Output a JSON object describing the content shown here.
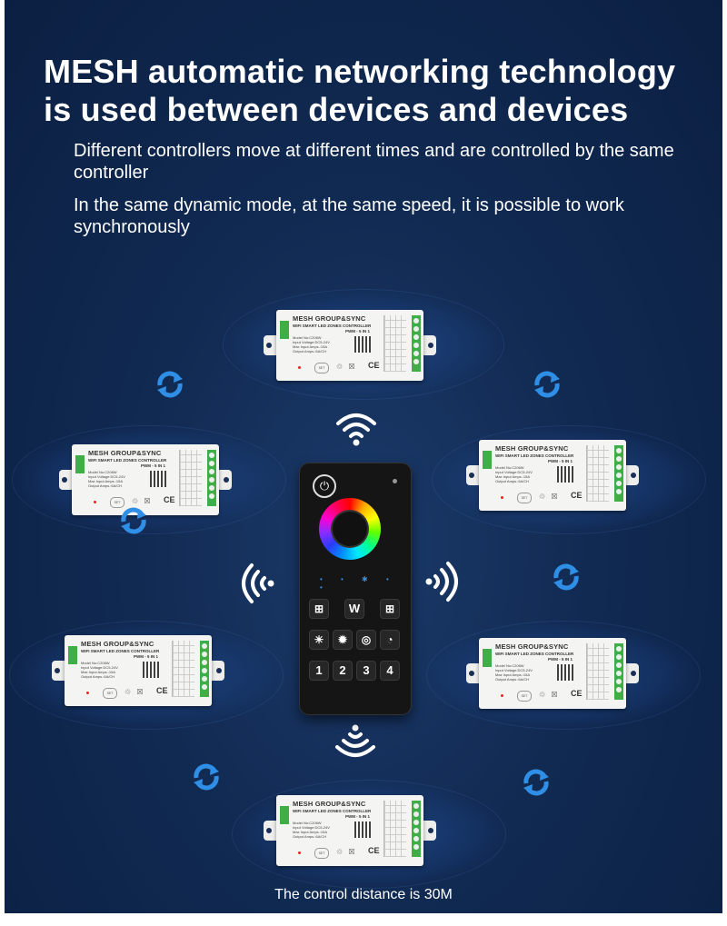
{
  "headline": {
    "line1": "MESH automatic networking technology",
    "line2": "is used between devices and devices"
  },
  "paragraphs": {
    "p1": "Different controllers move at different times and are controlled by the same controller",
    "p2": "In the same dynamic mode, at the same speed, it is possible to work synchronously"
  },
  "caption": "The control distance is 30M",
  "module": {
    "title": "MESH GROUP&SYNC",
    "subtitle": "WIFI SMART LED ZONES CONTROLLER",
    "pwm": "PWM - 5 IN 1",
    "spec1": "Model No:C206W",
    "spec2": "Input Voltage:DC5-24V",
    "spec3": "Max Input Amps.:15A",
    "spec4": "Output Amps.:6A/CH",
    "set": "SET",
    "ce": "CE",
    "icons": "♲ ☒"
  },
  "remote": {
    "power_glyph": "⏻",
    "keys_row3": [
      "1",
      "2",
      "3",
      "4"
    ],
    "key_w": "W",
    "key_grid_glyph": "⊞",
    "key_bright_down": "☀",
    "key_bright_up": "✹",
    "key_mode": "◎",
    "key_speed": "◔",
    "dots": "• • ✱ • •"
  },
  "colors": {
    "background": "#112a52",
    "accent_blue": "#2f8fe6",
    "terminal_green": "#3fae49"
  },
  "icons": [
    "wifi-signal-icon",
    "sync-arrows-icon",
    "power-icon"
  ]
}
